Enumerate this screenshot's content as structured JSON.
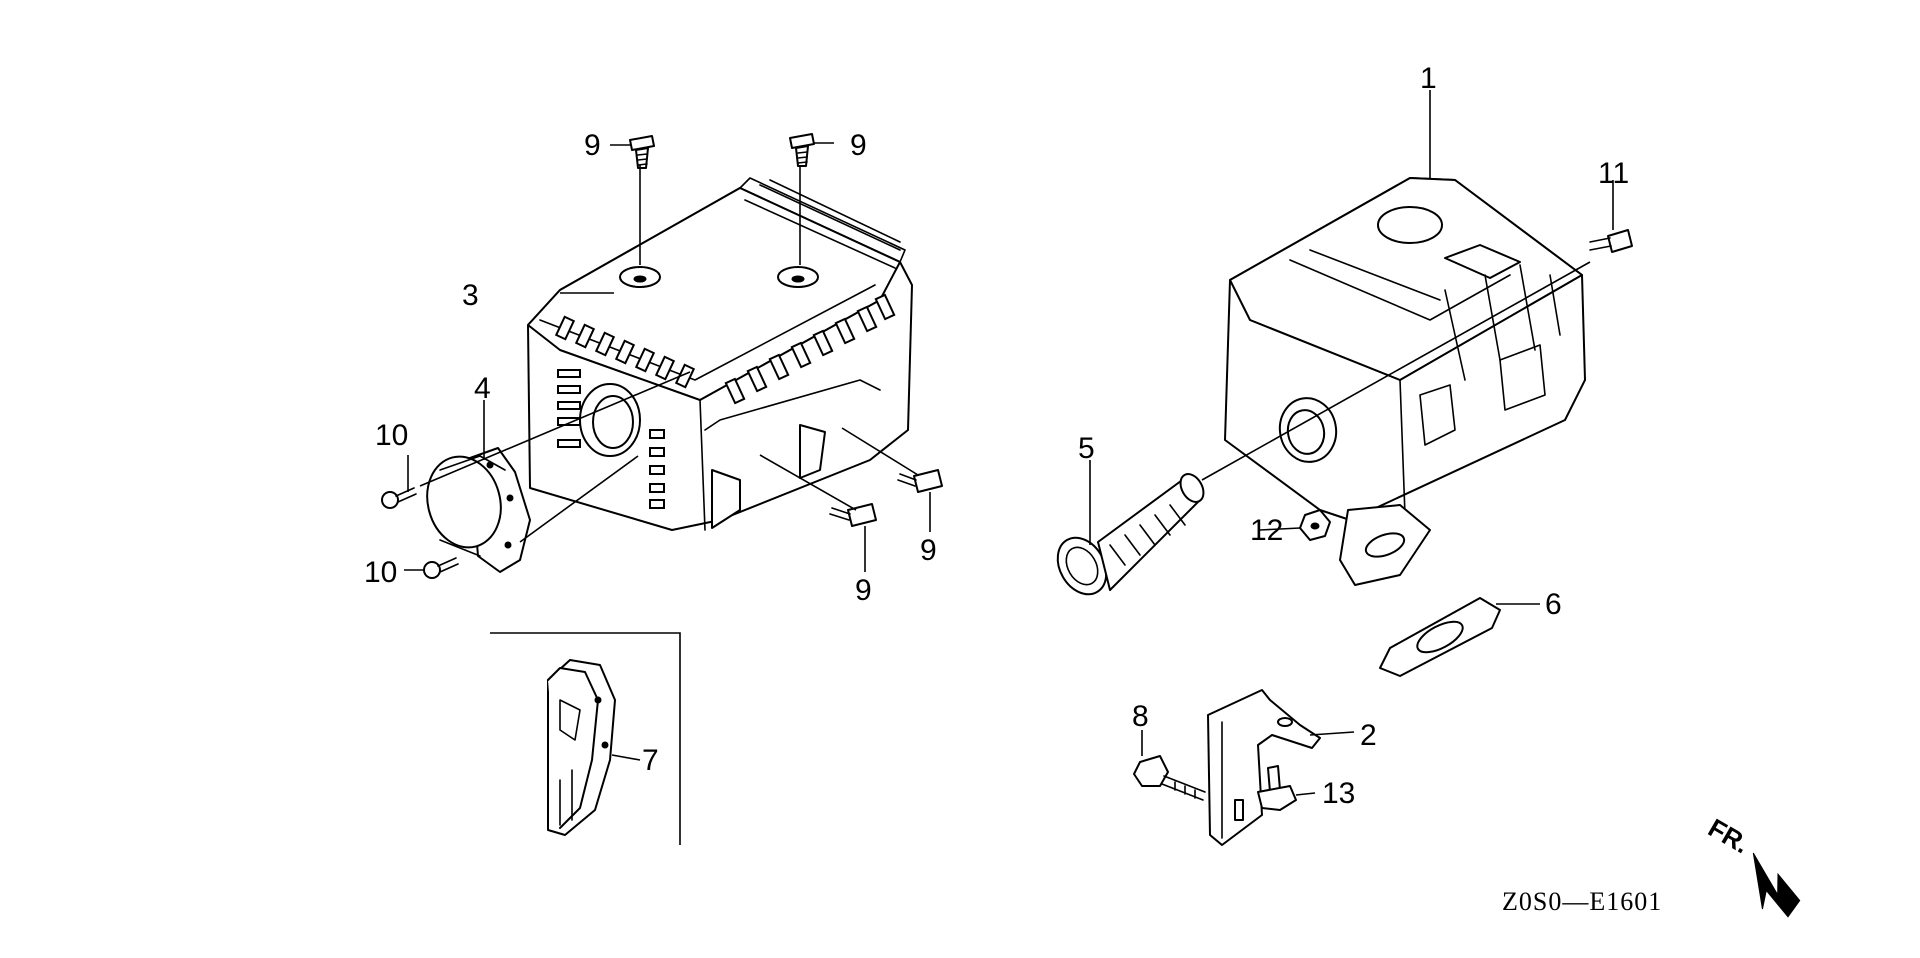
{
  "callouts": {
    "c1": "1",
    "c2": "2",
    "c3": "3",
    "c4": "4",
    "c5": "5",
    "c6": "6",
    "c7": "7",
    "c8": "8",
    "c9a": "9",
    "c9b": "9",
    "c9c": "9",
    "c9d": "9",
    "c10a": "10",
    "c10b": "10",
    "c11": "11",
    "c12": "12",
    "c13": "13"
  },
  "direction_label": "FR.",
  "drawing_code": "Z0S0—E1601",
  "colors": {
    "line": "#000000",
    "background": "#ffffff"
  }
}
